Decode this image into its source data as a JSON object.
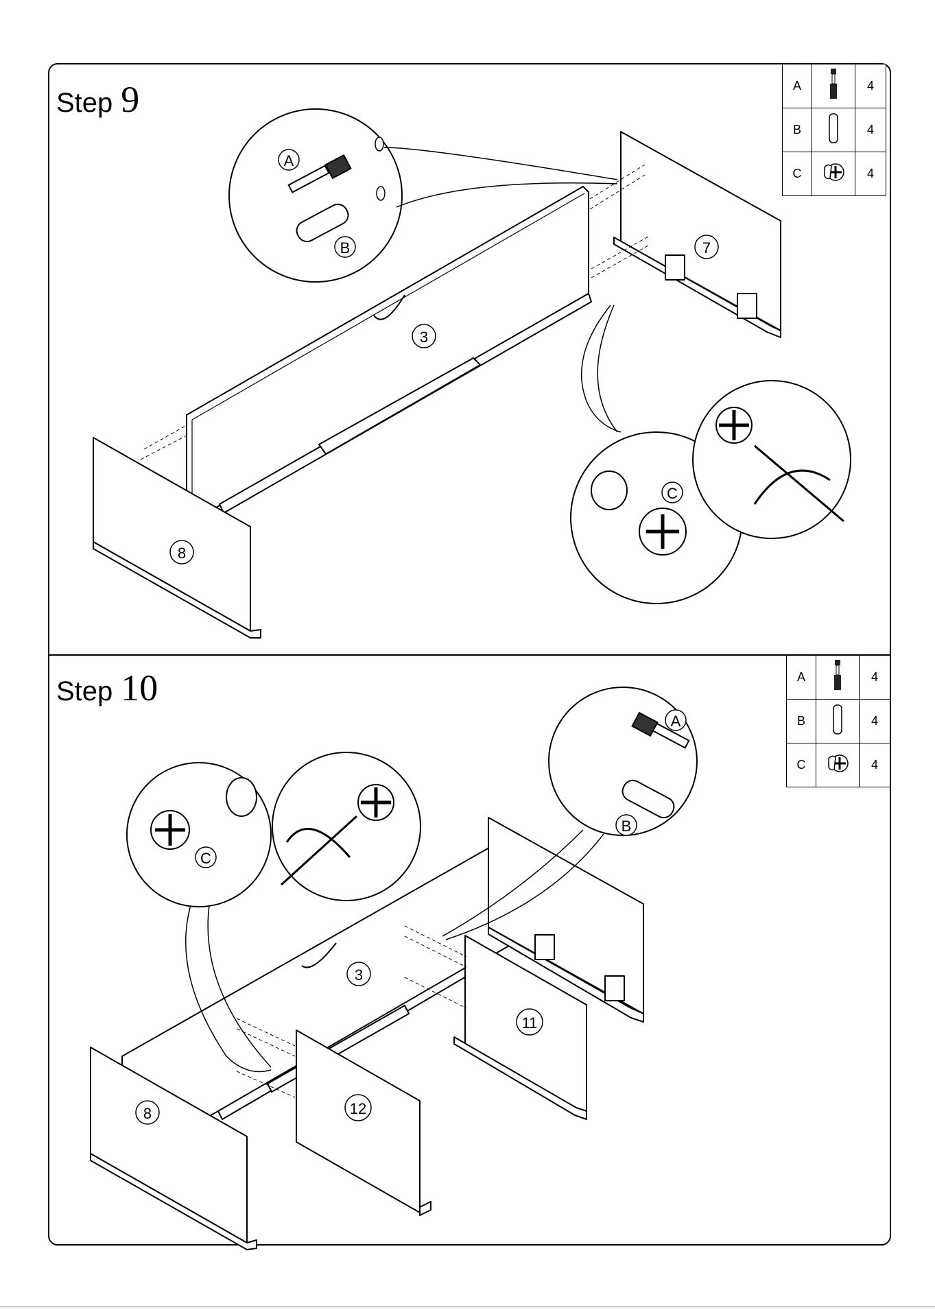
{
  "step9": {
    "title_word": "Step",
    "title_num": "9",
    "parts": [
      {
        "letter": "A",
        "icon": "cam-bolt-icon",
        "qty": "4"
      },
      {
        "letter": "B",
        "icon": "wood-dowel-icon",
        "qty": "4"
      },
      {
        "letter": "C",
        "icon": "cam-lock-icon",
        "qty": "4"
      }
    ],
    "callouts": {
      "A": "A",
      "B": "B",
      "C": "C"
    },
    "panels": {
      "p3": "3",
      "p7": "7",
      "p8": "8"
    }
  },
  "step10": {
    "title_word": "Step",
    "title_num": "10",
    "parts": [
      {
        "letter": "A",
        "icon": "cam-bolt-icon",
        "qty": "4"
      },
      {
        "letter": "B",
        "icon": "wood-dowel-icon",
        "qty": "4"
      },
      {
        "letter": "C",
        "icon": "cam-lock-icon",
        "qty": "4"
      }
    ],
    "callouts": {
      "A": "A",
      "B": "B",
      "C": "C"
    },
    "panels": {
      "p3": "3",
      "p8": "8",
      "p11": "11",
      "p12": "12"
    }
  }
}
